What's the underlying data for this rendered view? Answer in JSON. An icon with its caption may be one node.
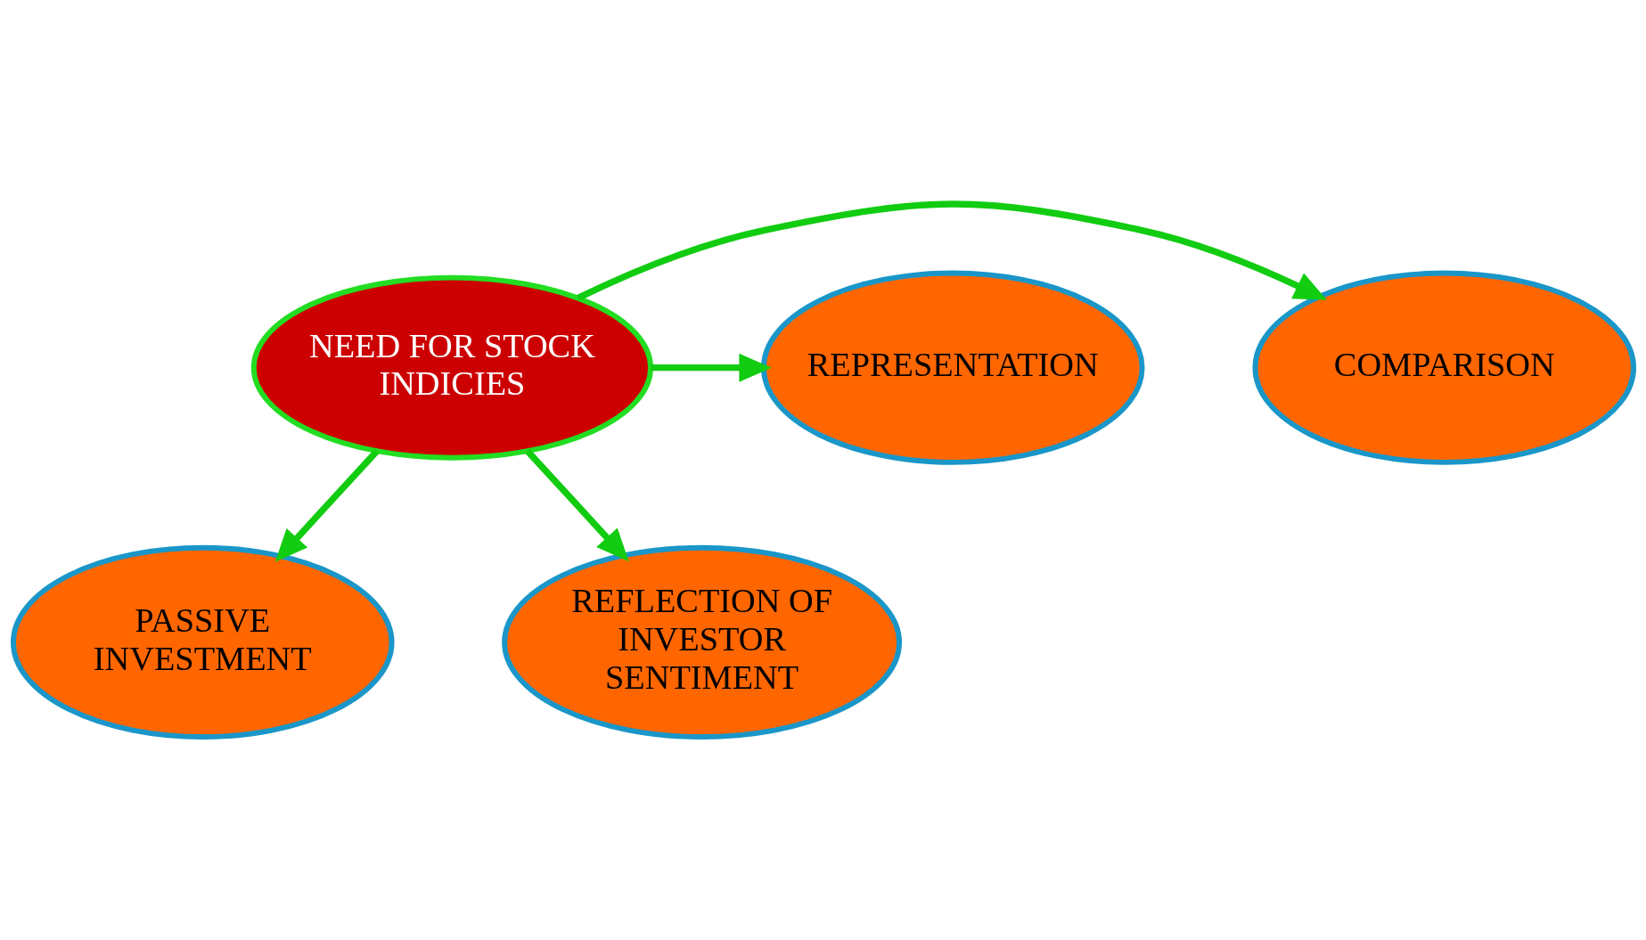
{
  "diagram": {
    "nodes": [
      {
        "text": [
          "NEED FOR STOCK INDICIES"
        ]
      },
      {
        "text": [
          "COMPARISON"
        ]
      },
      {
        "text": [
          "REPRESENTATION"
        ]
      },
      {
        "text": [
          "PASSIVE INVESTMENT"
        ]
      },
      {
        "text": [
          "REFLECTION OF INVESTOR SENTIMENT"
        ]
      }
    ],
    "edges": [
      {
        "from": 0,
        "to": 1,
        "arrow": "to"
      },
      {
        "from": 0,
        "to": 2,
        "arrow": "to"
      },
      {
        "from": 0,
        "to": 3,
        "arrow": "to"
      },
      {
        "from": 0,
        "to": 4,
        "arrow": "to"
      }
    ]
  }
}
